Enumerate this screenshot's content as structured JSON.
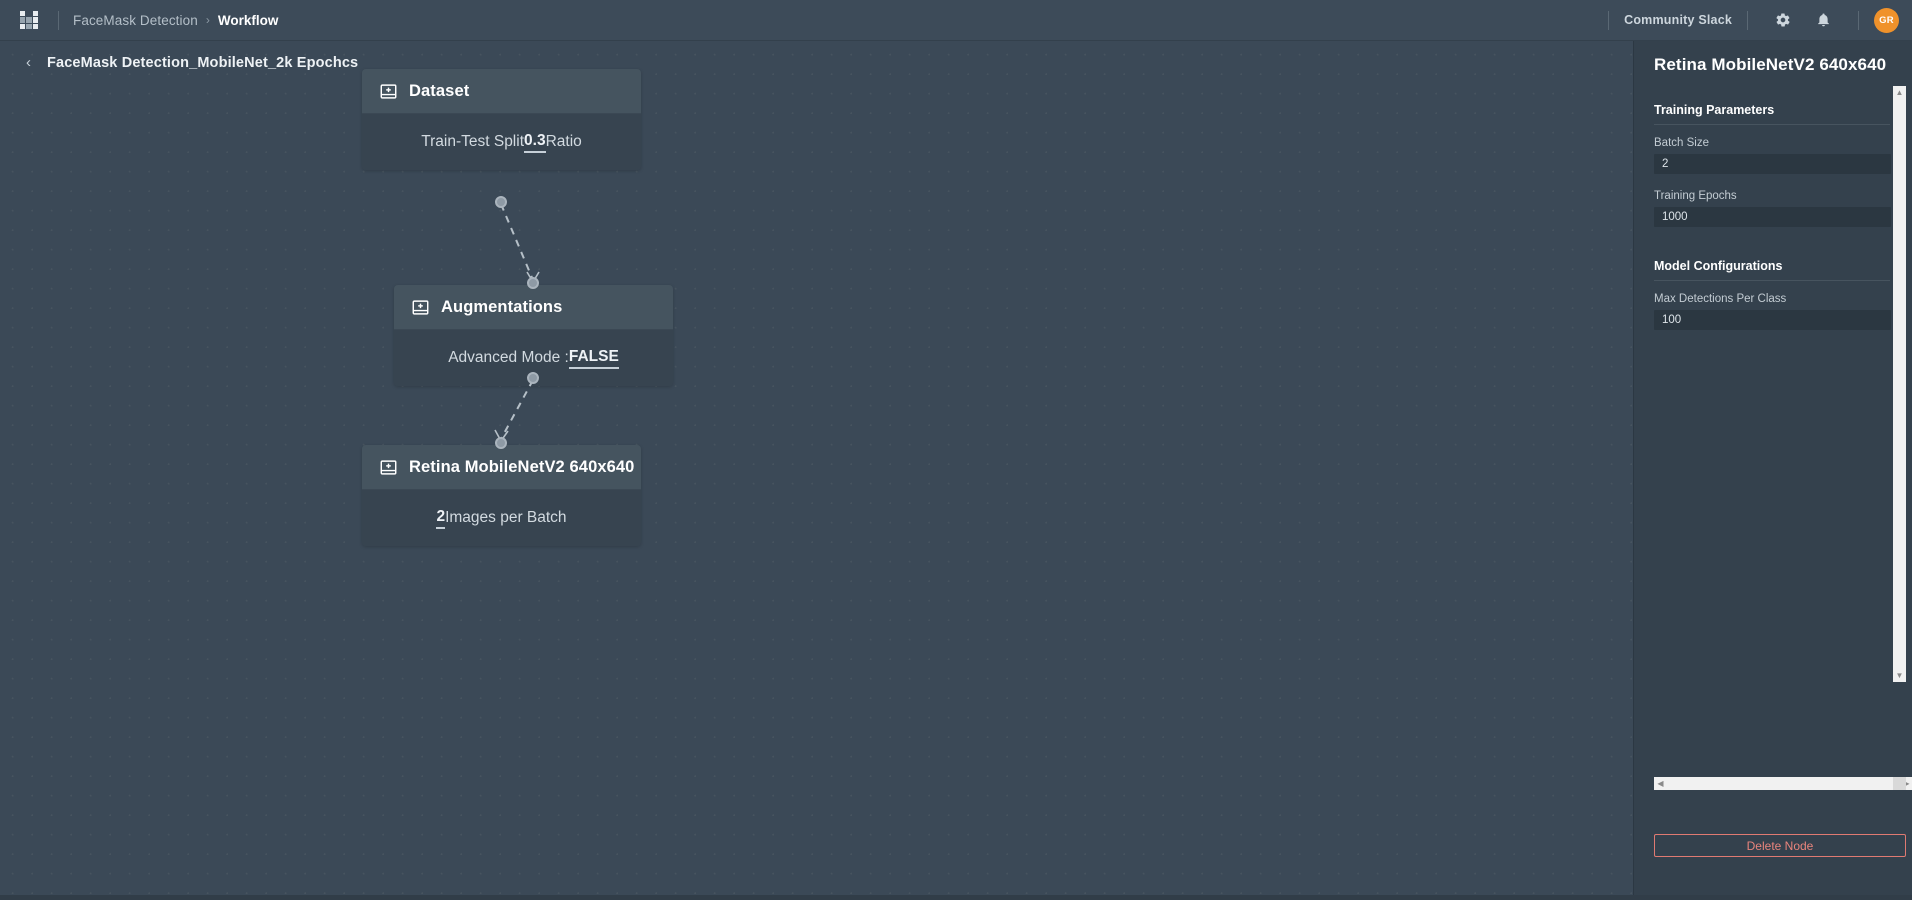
{
  "topbar": {
    "logo": "nanonets-logo-icon",
    "breadcrumb": {
      "parent": "FaceMask Detection",
      "separator": "›",
      "current": "Workflow"
    },
    "slack_label": "Community Slack",
    "settings_icon": "gear-icon",
    "notifications_icon": "bell-icon",
    "avatar_initials": "GR",
    "avatar_color": "#f0922b"
  },
  "canvas": {
    "back_chevron": "‹",
    "project_title": "FaceMask Detection_MobileNet_2k Epochcs",
    "nodes": [
      {
        "id": "dataset",
        "title": "Dataset",
        "icon": "add-box-icon",
        "body_prefix": "Train-Test Split ",
        "body_value": "0.3",
        "body_suffix": " Ratio"
      },
      {
        "id": "augmentations",
        "title": "Augmentations",
        "icon": "add-box-icon",
        "body_prefix": "Advanced Mode : ",
        "body_value": "FALSE",
        "body_suffix": ""
      },
      {
        "id": "model",
        "title": "Retina MobileNetV2 640x640",
        "icon": "add-box-icon",
        "body_prefix": "",
        "body_value": "2",
        "body_suffix": " Images per Batch"
      }
    ]
  },
  "panel": {
    "title": "Retina MobileNetV2 640x640",
    "sections": [
      {
        "heading": "Training Parameters",
        "fields": [
          {
            "label": "Batch Size",
            "value": "2"
          },
          {
            "label": "Training Epochs",
            "value": "1000"
          }
        ]
      },
      {
        "heading": "Model Configurations",
        "fields": [
          {
            "label": "Max Detections Per Class",
            "value": "100"
          }
        ]
      }
    ],
    "delete_label": "Delete Node",
    "delete_color": "#e8847c",
    "scroll_up": "▲",
    "scroll_down": "▼",
    "scroll_left": "◀",
    "scroll_right": "▶"
  }
}
